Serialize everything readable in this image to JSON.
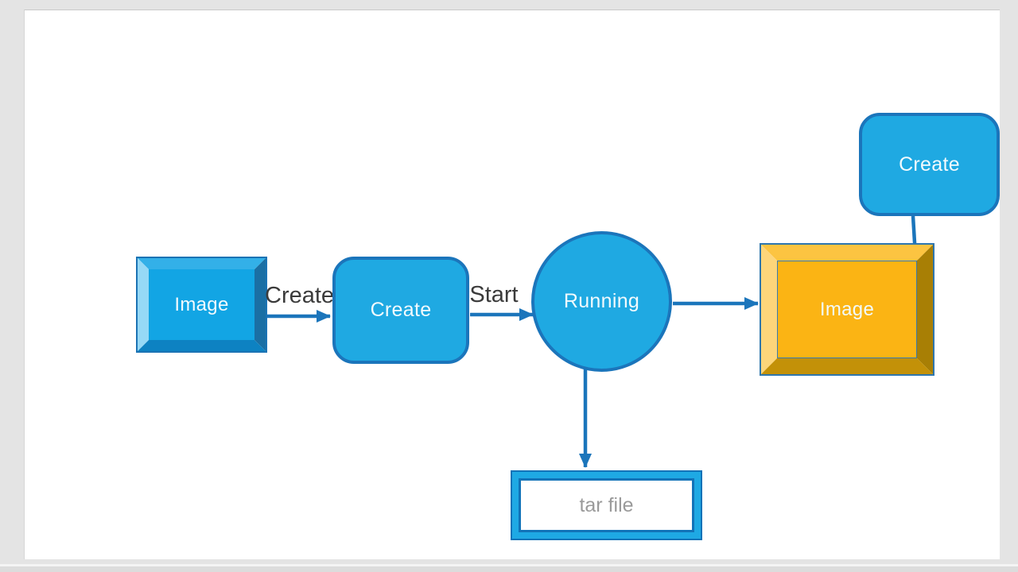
{
  "scene": {
    "kind": "flow-diagram-slide",
    "background_color": "#e4e4e4",
    "slide_color": "#ffffff"
  },
  "colors": {
    "node_fill_blue": "#1fa9e2",
    "node_border_blue": "#1b75bb",
    "arrow": "#1b75bb",
    "bevel_blue_face": "#12a5e4",
    "bevel_blue_top": "#33b0e8",
    "bevel_blue_left": "#96d9f6",
    "bevel_blue_right": "#1a6fa4",
    "bevel_blue_bottom": "#0d82c2",
    "bevel_orange_face": "#fbb414",
    "bevel_orange_top": "#fcc441",
    "bevel_orange_left": "#fdd57a",
    "bevel_orange_right": "#a87f05",
    "bevel_orange_bottom": "#c39108",
    "edge_label_text": "#3b3b3b",
    "node_text": "#f2fafd",
    "tar_text": "#9a9a9a"
  },
  "nodes": {
    "image_left": {
      "label": "Image",
      "shape": "beveled-box-blue"
    },
    "create_mid": {
      "label": "Create",
      "shape": "rounded-rect"
    },
    "running": {
      "label": "Running",
      "shape": "circle"
    },
    "image_right": {
      "label": "Image",
      "shape": "beveled-box-orange"
    },
    "create_top": {
      "label": "Create",
      "shape": "rounded-rect"
    },
    "tar_file": {
      "label": "tar file",
      "shape": "double-border-rect"
    }
  },
  "edges": {
    "image_to_create_label": "Create",
    "create_to_running_label": "Start"
  }
}
